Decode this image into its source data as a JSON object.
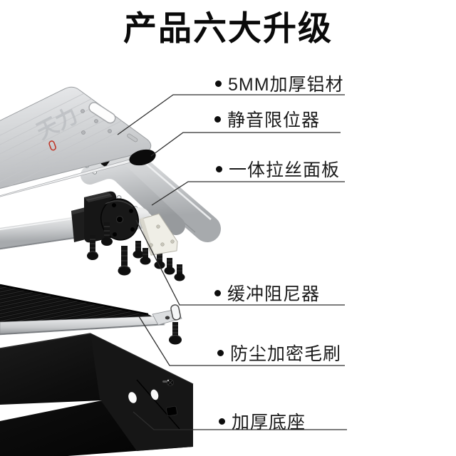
{
  "page": {
    "background": "#ffffff"
  },
  "title": {
    "text": "产品六大升级"
  },
  "product": {
    "watermark_text": "天力",
    "parts": {
      "lid": "aluminum-lid-panel",
      "pad": "silencer-rubber-pad",
      "frame": "brushed-frame-panel",
      "damper": "buffer-damper",
      "screws": "mounting-screws",
      "plate": "mounting-plate",
      "brush": "dust-brush-strip",
      "bracket": "brush-bracket",
      "base": "base-box"
    }
  },
  "callouts": [
    {
      "label": "5MM加厚铝材"
    },
    {
      "label": "静音限位器"
    },
    {
      "label": "一体拉丝面板"
    },
    {
      "label": "缓冲阻尼器"
    },
    {
      "label": "防尘加密毛刷"
    },
    {
      "label": "加厚底座"
    }
  ],
  "colors": {
    "text": "#1b1b1b",
    "callout_line": "#333333",
    "aluminum": "#d3d5d7",
    "dark_parts": "#111111",
    "watermark": "#b9bcc0",
    "watermark_accent": "#c0392b"
  }
}
